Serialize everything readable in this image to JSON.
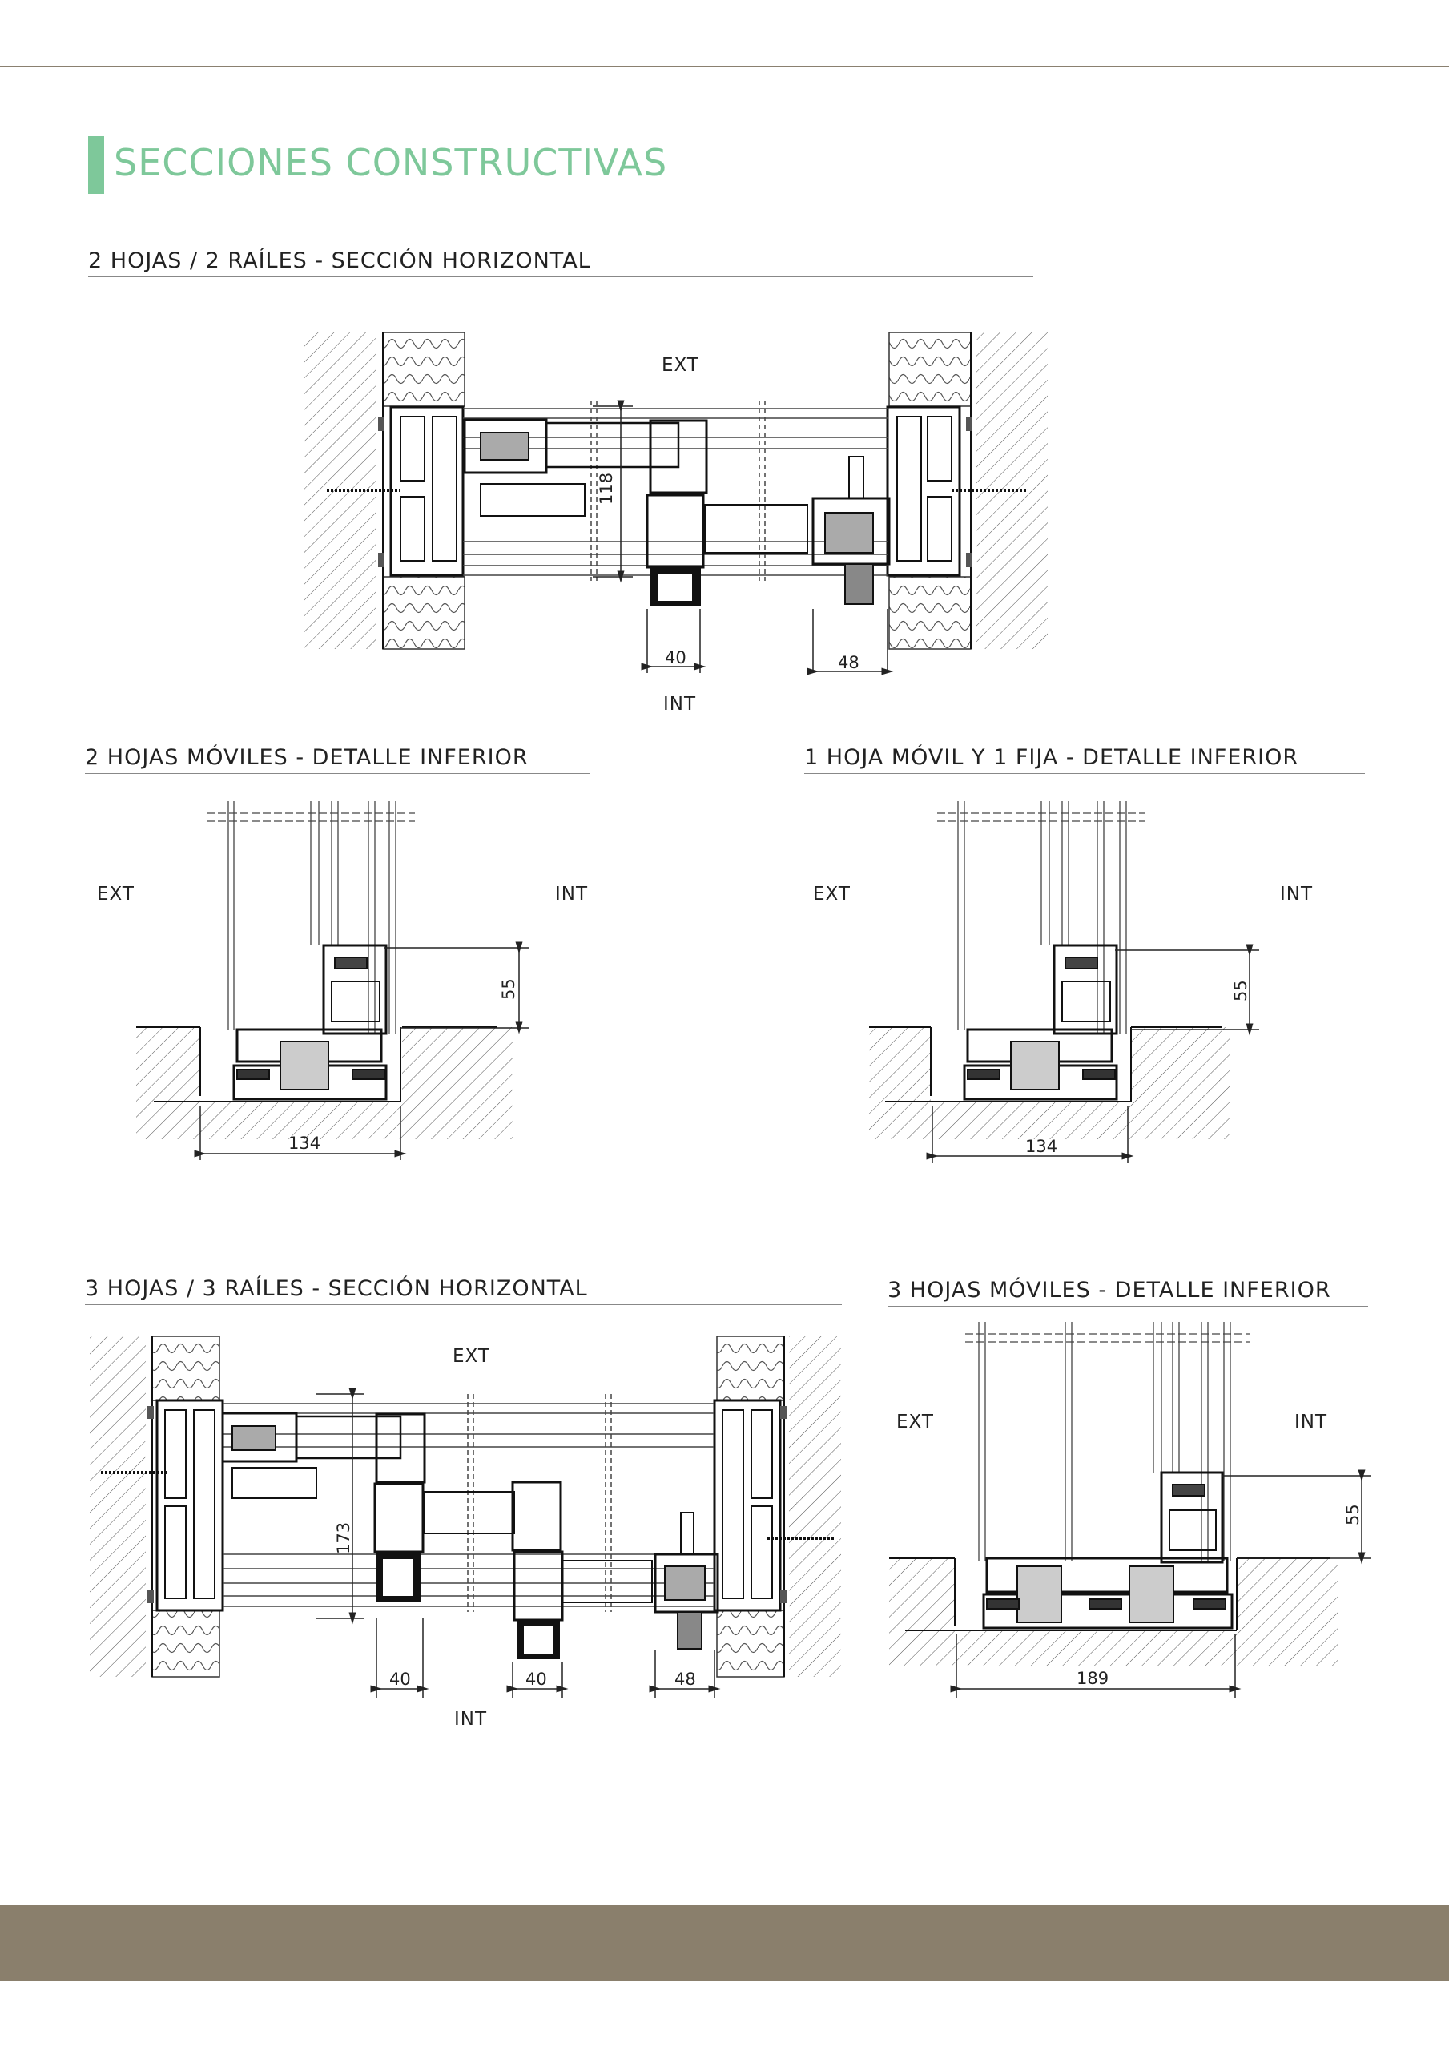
{
  "page_title": "SECCIONES CONSTRUCTIVAS",
  "colors": {
    "accent": "#7ec89a",
    "footer": "#8a7f6c",
    "rule": "#8a8070"
  },
  "sections": {
    "s1": {
      "title": "2 HOJAS / 2 RAÍLES - SECCIÓN HORIZONTAL",
      "ext": "EXT",
      "int": "INT",
      "dims": {
        "height": "118",
        "width_a": "40",
        "width_b": "48"
      }
    },
    "s2": {
      "title": "2 HOJAS MÓVILES - DETALLE INFERIOR",
      "ext": "EXT",
      "int": "INT",
      "dims": {
        "height": "55",
        "width": "134"
      }
    },
    "s3": {
      "title": "1 HOJA MÓVIL Y 1 FIJA - DETALLE INFERIOR",
      "ext": "EXT",
      "int": "INT",
      "dims": {
        "height": "55",
        "width": "134"
      }
    },
    "s4": {
      "title": "3 HOJAS / 3 RAÍLES - SECCIÓN HORIZONTAL",
      "ext": "EXT",
      "int": "INT",
      "dims": {
        "height": "173",
        "width_a": "40",
        "width_b": "40",
        "width_c": "48"
      }
    },
    "s5": {
      "title": "3 HOJAS MÓVILES - DETALLE INFERIOR",
      "ext": "EXT",
      "int": "INT",
      "dims": {
        "height": "55",
        "width": "189"
      }
    }
  }
}
